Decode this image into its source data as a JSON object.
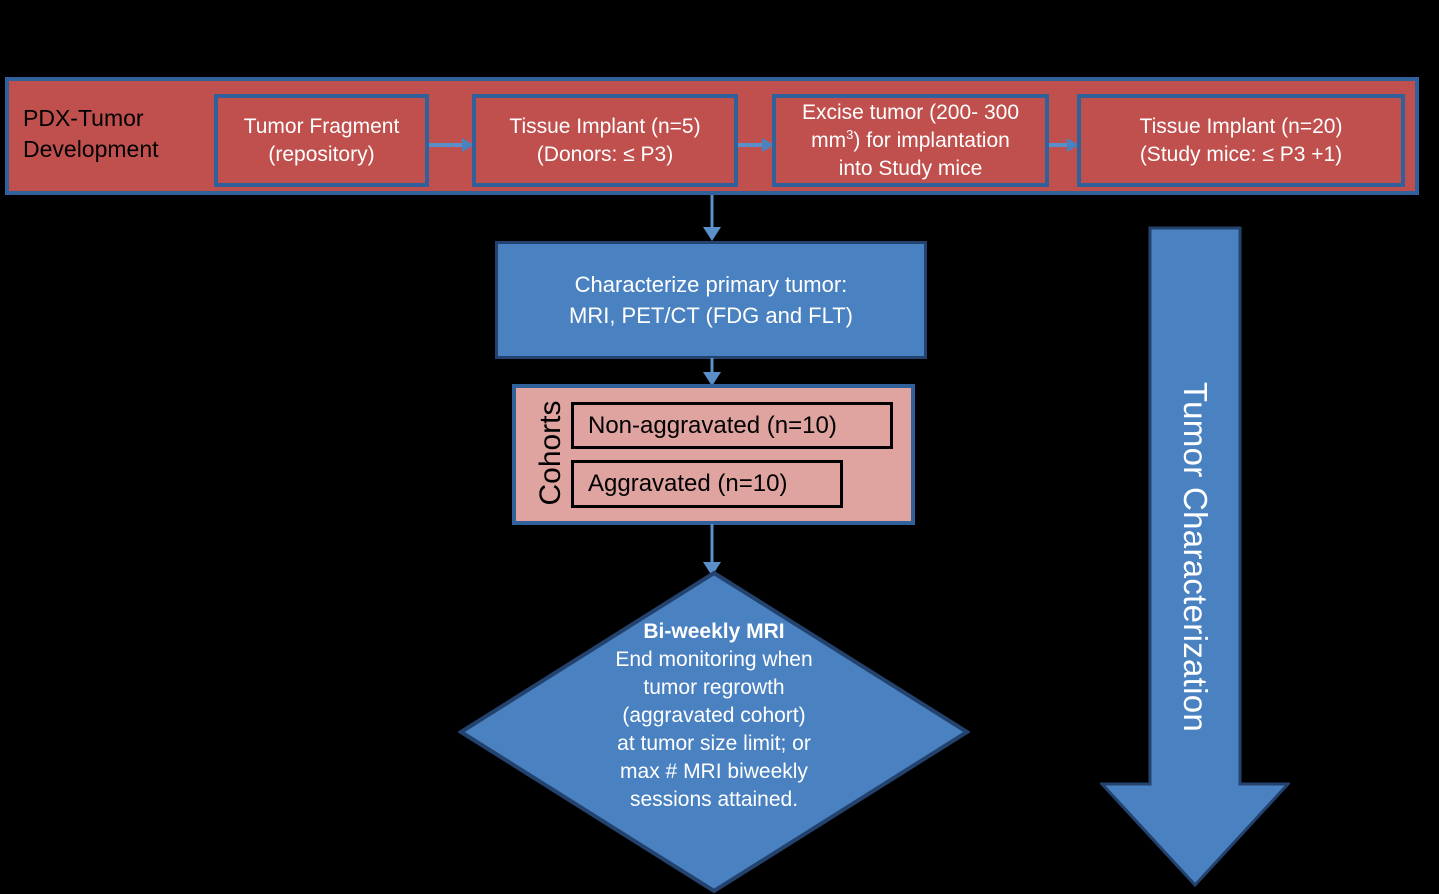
{
  "banner": {
    "label": "PDX-Tumor Development",
    "label_lines": [
      "PDX-Tumor",
      "Development"
    ],
    "boxes": [
      {
        "id": "tumor-fragment",
        "lines": [
          "Tumor Fragment",
          "(repository)"
        ]
      },
      {
        "id": "tissue-implant-donors",
        "lines": [
          "Tissue Implant (n=5)",
          "(Donors: ≤ P3)"
        ]
      },
      {
        "id": "excise-tumor",
        "lines": [
          "Excise tumor (200- 300",
          "mm3) for implantation",
          "into Study mice"
        ],
        "superscript": "3"
      },
      {
        "id": "tissue-implant-study",
        "lines": [
          "Tissue Implant (n=20)",
          "(Study mice: ≤ P3 +1)"
        ]
      }
    ]
  },
  "characterize": {
    "lines": [
      "Characterize primary tumor:",
      "MRI, PET/CT (FDG and FLT)"
    ]
  },
  "cohorts": {
    "label": "Cohorts",
    "items": [
      {
        "label": "Non-aggravated (n=10)"
      },
      {
        "label": "Aggravated (n=10)"
      }
    ]
  },
  "decision": {
    "title": "Bi-weekly MRI",
    "lines": [
      "End monitoring when",
      "tumor regrowth",
      "(aggravated cohort)",
      "at tumor size limit; or",
      "max # MRI biweekly",
      "sessions attained."
    ]
  },
  "side_arrow": {
    "label": "Tumor Characterization"
  },
  "colors": {
    "background": "#000000",
    "red_fill": "#c0504d",
    "pink_fill": "#dfa3a0",
    "blue_fill": "#4a81c0",
    "blue_border": "#31619b",
    "dark_blue_border": "#23436e",
    "connector_blue": "#5b8fc9",
    "text_white": "#ffffff",
    "text_black": "#000000"
  }
}
